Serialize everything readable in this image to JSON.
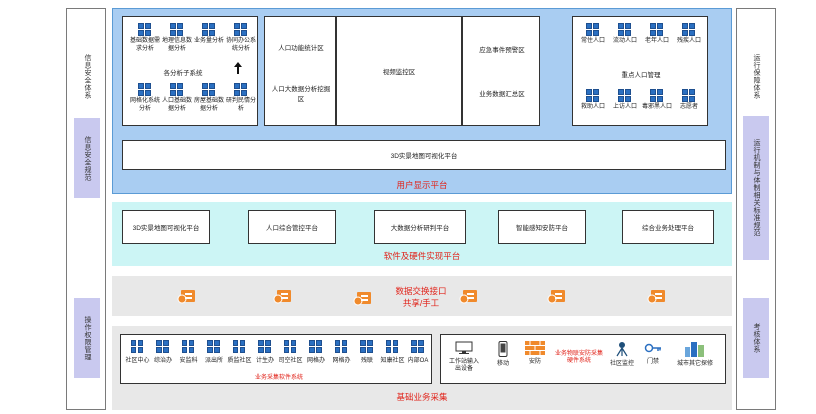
{
  "left_sidebar": {
    "info_security_system": "信息安全体系",
    "info_security_standard": "信息安全规范",
    "operation_permission": "操作权限管理"
  },
  "right_sidebar": {
    "ops_support": "运行保障体系",
    "ops_mechanism": "运行机制与体制相关标准规范",
    "assessment": "考核体系"
  },
  "user_display": {
    "title": "用户显示平台",
    "analysis_subsystem_label": "各分析子系统",
    "analysis_modules_top": [
      "基础数据需求分析",
      "地理信息数据分析",
      "业务量分析",
      "协同办公系统分析"
    ],
    "analysis_modules_bottom": [
      "网格化系统分析",
      "人口基础数据分析",
      "房屋基础数据分析",
      "研判民情分析"
    ],
    "population_stats": "人口功能统计区",
    "population_bigdata": "人口大数据分析挖掘区",
    "video_monitor": "视频监控区",
    "emergency": "应急事件预警区",
    "business_data": "业务数据汇总区",
    "key_population_label": "重点人口管理",
    "key_population_top": [
      "常住人口",
      "流动人口",
      "老年人口",
      "残疾人口"
    ],
    "key_population_bottom": [
      "救助人口",
      "上访人口",
      "毒邪黑人口",
      "志愿者"
    ],
    "map_platform": "3D实景地图可视化平台"
  },
  "software_hardware": {
    "title": "软件及硬件实现平台",
    "platforms": [
      "3D实景地图可视化平台",
      "人口综合管控平台",
      "大数据分析研判平台",
      "智能感知安防平台",
      "综合业务处理平台"
    ]
  },
  "data_exchange": {
    "title": "数据交换接口",
    "subtitle": "共享/手工"
  },
  "basic_collection": {
    "title": "基础业务采集",
    "software_label": "业务采集软件系统",
    "software_items": [
      "社区中心",
      "综治办",
      "安监科",
      "派出所",
      "质监社区",
      "计生办",
      "司空社区",
      "网格办",
      "网格办",
      "残联",
      "知康社区",
      "内部OA"
    ],
    "hardware_label": "业务物联安防采集硬件系统",
    "hardware_items": [
      "工作站输入出设备",
      "移动",
      "安防",
      "社区监控",
      "门禁",
      "城市其它探修"
    ]
  },
  "colors": {
    "blue_panel": "#a9cdf2",
    "cyan_panel": "#ccf5f5",
    "grey_panel": "#e8e8e8",
    "accent_red": "#e1231a",
    "icon_blue": "#2a6fc1",
    "gear_orange": "#f08a2c"
  }
}
